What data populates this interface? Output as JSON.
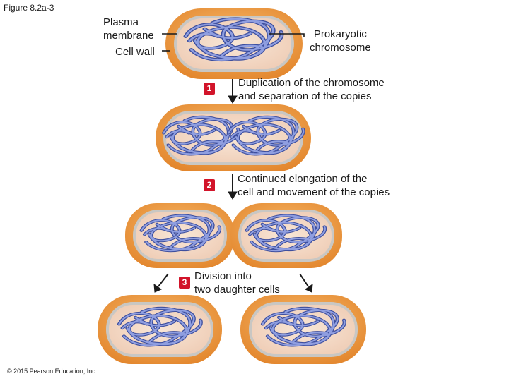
{
  "figure_label": "Figure 8.2a-3",
  "labels": {
    "plasma_membrane": [
      "Plasma",
      "membrane"
    ],
    "cell_wall": "Cell wall",
    "prokaryotic_chromosome": [
      "Prokaryotic",
      "chromosome"
    ]
  },
  "steps": [
    {
      "number": "1",
      "lines": [
        "Duplication of the chromosome",
        "and separation of the copies"
      ]
    },
    {
      "number": "2",
      "lines": [
        "Continued elongation of the",
        "cell and movement of the copies"
      ]
    },
    {
      "number": "3",
      "lines": [
        "Division into",
        "two daughter cells"
      ]
    }
  ],
  "copyright": "© 2015 Pearson Education, Inc.",
  "colors": {
    "cell_wall": "#ec9a45",
    "membrane": "#c9c7c3",
    "cytoplasm": "#f4dccb",
    "chromosome": "#6d7fc9",
    "badge": "#d2142a"
  }
}
